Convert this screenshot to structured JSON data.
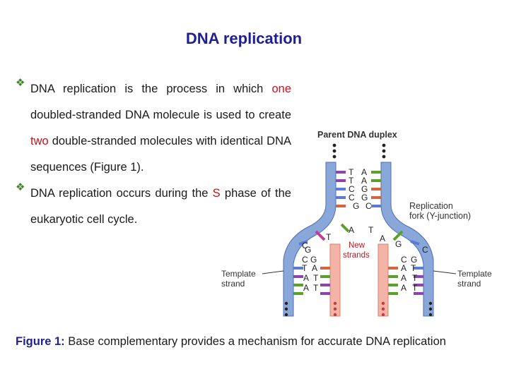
{
  "title": "DNA replication",
  "bullets": [
    {
      "icon": "diamond-bullet-icon",
      "segments": [
        {
          "text": "DNA replication is the process in which ",
          "color": "#1a1a1a"
        },
        {
          "text": "one",
          "color": "#c0151b"
        },
        {
          "text": " doubled-stranded DNA molecule is used to create ",
          "color": "#1a1a1a"
        },
        {
          "text": "two",
          "color": "#c0151b"
        },
        {
          "text": " double-stranded molecules with identical DNA sequences (Figure 1).",
          "color": "#1a1a1a"
        }
      ]
    },
    {
      "icon": "diamond-bullet-icon",
      "segments": [
        {
          "text": "DNA replication occurs during the ",
          "color": "#1a1a1a"
        },
        {
          "text": "S",
          "color": "#c0151b"
        },
        {
          "text": " phase of the eukaryotic cell cycle.",
          "color": "#1a1a1a"
        }
      ]
    }
  ],
  "figure": {
    "labels": {
      "parent": "Parent DNA duplex",
      "fork_line1": "Replication",
      "fork_line2": "fork (Y-junction)",
      "new_line1": "New",
      "new_line2": "strands",
      "template_left_line1": "Template",
      "template_left_line2": "strand",
      "template_right_line1": "Template",
      "template_right_line2": "strand"
    },
    "base_pairs_parent": [
      "T A",
      "T A",
      "C G",
      "C G",
      "G C"
    ],
    "left_arm_bases": {
      "top": "C",
      "new_top": "T",
      "list": [
        "G",
        "C G",
        "T A",
        "A T",
        "A T"
      ]
    },
    "right_arm_bases": {
      "top": "A",
      "new_top": "T",
      "list": [
        "C",
        "C G",
        "A T",
        "A T",
        "A T"
      ]
    },
    "colors": {
      "template": "#8aa7da",
      "template_edge": "#4d6fb5",
      "new": "#f3b4a7",
      "new_edge": "#d9826e"
    }
  },
  "caption": {
    "label": "Figure 1:",
    "text": " Base complementary provides a mechanism for accurate DNA replication"
  }
}
